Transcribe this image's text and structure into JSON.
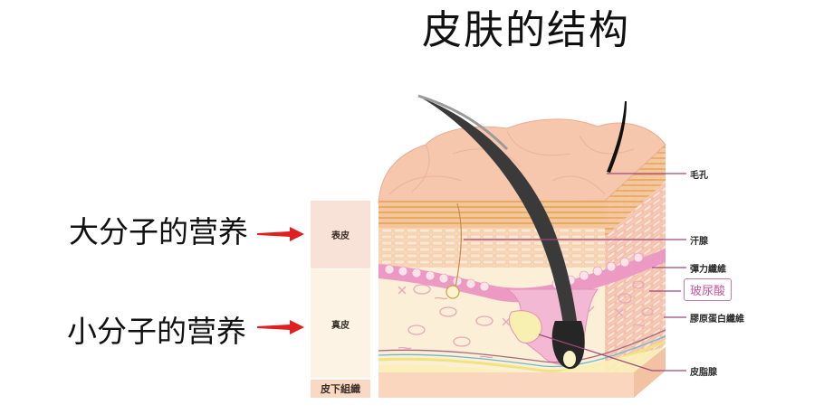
{
  "title": "皮肤的结构",
  "nutrients": {
    "large": "大分子的营养",
    "small": "小分子的营养"
  },
  "arrows": {
    "color": "#e02020",
    "icon": "arrow-right-icon"
  },
  "layer_bar": {
    "epidermis": "表皮",
    "dermis": "真皮",
    "subcutaneous": "皮下組織"
  },
  "labels": {
    "pore": "毛孔",
    "sweat_gland": "汗腺",
    "elastic_fiber": "彈力纖維",
    "hyaluronic_acid": "玻尿酸",
    "collagen_fiber": "膠原蛋白纖維",
    "sebaceous_gland": "皮脂腺"
  },
  "colors": {
    "skin_surface": "#f6c7ad",
    "epidermis_stripes": "#efb97c",
    "basal_pink": "#ec9ac4",
    "dermis": "#fcefd8",
    "hair": "#333333",
    "leader_line": "#a0487a",
    "hyaluronic_box": "#c8569a"
  }
}
